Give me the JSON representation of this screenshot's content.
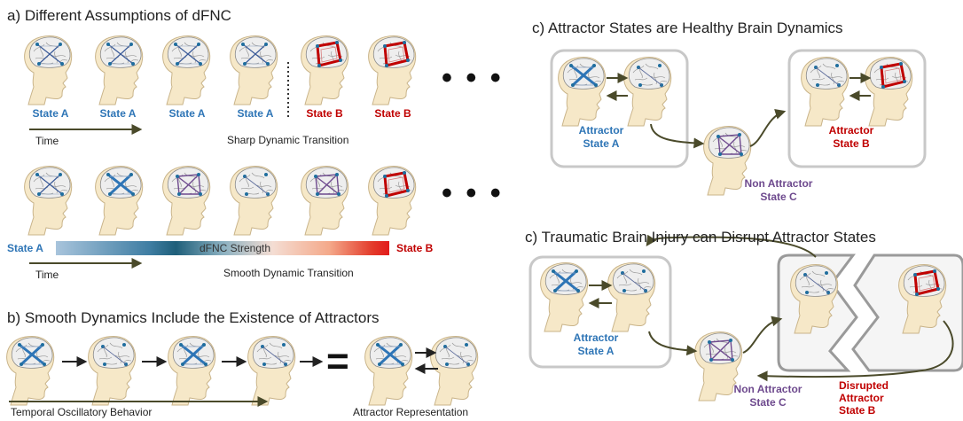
{
  "panel_a": {
    "title": "a) Different Assumptions of dFNC",
    "row1_states": [
      "State A",
      "State A",
      "State A",
      "State A",
      "State B",
      "State B"
    ],
    "row1_time": "Time",
    "sharp_label": "Sharp Dynamic Transition",
    "gradient_left": "State A",
    "gradient_center": "dFNC Strength",
    "gradient_right": "State B",
    "row2_time": "Time",
    "smooth_label": "Smooth Dynamic Transition",
    "ellipsis": "• • •"
  },
  "panel_b": {
    "title": "b) Smooth Dynamics Include the Existence of Attractors",
    "temporal_label": "Temporal Oscillatory Behavior",
    "attractor_label": "Attractor Representation",
    "equals": "="
  },
  "panel_c1": {
    "title": "c) Attractor States are Healthy Brain Dynamics",
    "attractor_a_line1": "Attractor",
    "attractor_a_line2": "State A",
    "attractor_b_line1": "Attractor",
    "attractor_b_line2": "State B",
    "non_attractor_line1": "Non Attractor",
    "non_attractor_line2": "State C"
  },
  "panel_c2": {
    "title": "c) Traumatic Brain Injury can Disrupt Attractor States",
    "attractor_a_line1": "Attractor",
    "attractor_a_line2": "State A",
    "non_attractor_line1": "Non Attractor",
    "non_attractor_line2": "State C",
    "disrupted_line1": "Disrupted",
    "disrupted_line2": "Attractor",
    "disrupted_line3": "State B"
  },
  "colors": {
    "state_a": "#2e75b6",
    "state_b": "#c00000",
    "state_c": "#6e4a8e",
    "arrow": "#4a4a2a",
    "box": "#c8c8c8"
  }
}
